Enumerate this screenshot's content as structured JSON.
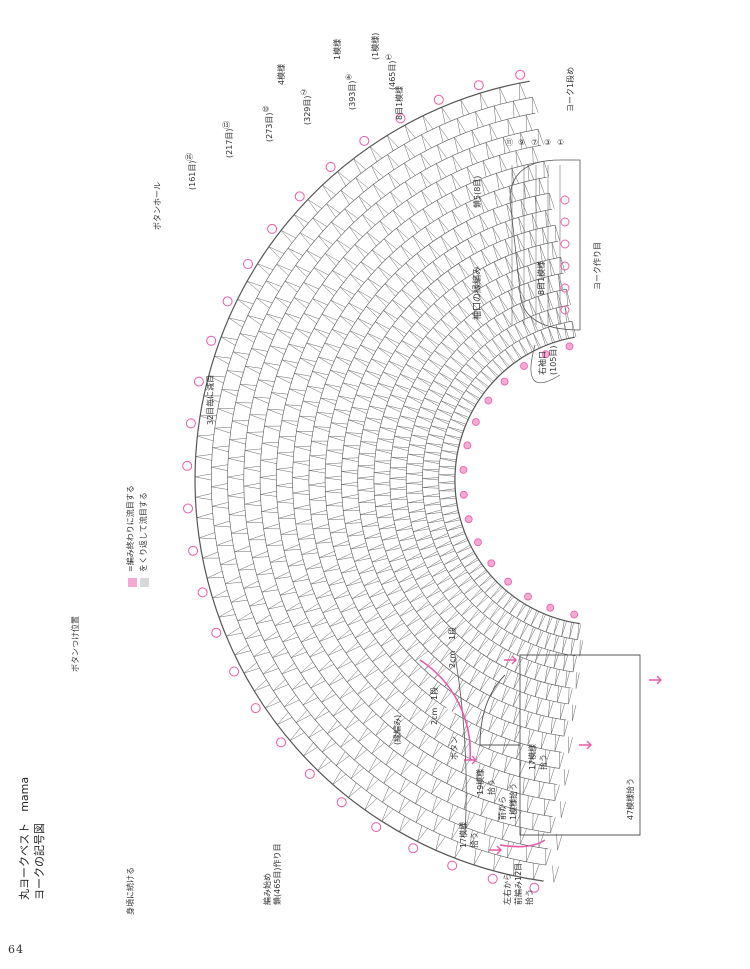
{
  "page_number": "64",
  "title_line1": "丸ヨークベスト　mama",
  "title_line2": "ヨークの記号図",
  "legend": [
    "=編み終わりに流目する",
    "をくり返して流目する"
  ],
  "yoke_labels": {
    "start": "編み始め",
    "start_count": "鎖(465目)作り目",
    "button_attach": "ボタンつけ位置",
    "attach_body": "身頃に続ける",
    "button_hole": "ボタンホール",
    "decrease": "32目毎に減目",
    "rows": [
      {
        "num": "⑯",
        "count": "(161目)"
      },
      {
        "num": "⑬",
        "count": "(217目)"
      },
      {
        "num": "⑩",
        "count": "(273目)"
      },
      {
        "num": "⑦",
        "count": "(329目)"
      },
      {
        "num": "④",
        "count": "(393目)"
      },
      {
        "num": "①",
        "count": "(465目)"
      }
    ],
    "pattern_note_a": "4模様",
    "pattern_note_b": "1模様",
    "pattern_note_c": "(1模様)",
    "start_end_mark": "8目1模様"
  },
  "sleeve_labels": {
    "title": "袖口の縁編み",
    "right_sleeve": "右袖口",
    "right_count": "(105目)",
    "repeat": "8目1模様",
    "chain": "鎖5(8目)",
    "yoke_row": "ヨーク1段め",
    "yoke_start": "ヨーク作り目",
    "rows": [
      "⑪",
      "⑨",
      "⑦",
      "③",
      "①"
    ]
  },
  "body_labels": {
    "edge_stitch": "(縁編み)",
    "size_a": "2cm",
    "size_a_row": "1段",
    "size_b": "2cm",
    "size_b_row": "1段",
    "button": "ボタン",
    "pick_a": "17模様",
    "pick_a2": "拾う",
    "pick_b": "19模様",
    "pick_b2": "拾う",
    "pick_c": "17模様",
    "pick_c2": "拾う",
    "pick_d": "前から",
    "pick_d2": "1模様拾う",
    "pick_e": "47模様拾う",
    "pick_f": "左右から",
    "pick_f2": "前編み12目",
    "pick_f3": "拾う"
  },
  "colors": {
    "line": "#555555",
    "pink": "#e85aa8",
    "pink_light": "#f5a9d3"
  }
}
